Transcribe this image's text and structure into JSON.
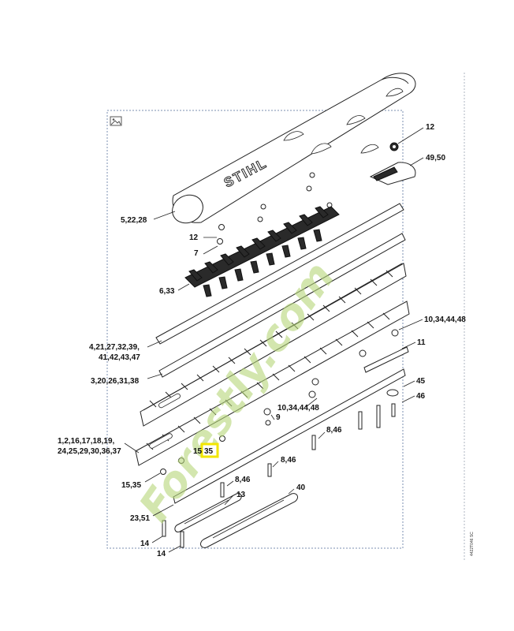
{
  "brand": "STIHL",
  "watermark": "Forestly.com",
  "doc_code": "4422T046 SC",
  "colors": {
    "watermark_green": "#b6d77a",
    "watermark_orange": "#f28a2e",
    "highlight": "#f2e600"
  },
  "image_icon": "image-placeholder-icon",
  "callouts": [
    "12",
    "49,50",
    "5,22,28",
    "12",
    "7",
    "6,33",
    "4,21,27,32,39,",
    "41,42,43,47",
    "10,34,44,48",
    "11",
    "3,20,26,31,38",
    "45",
    "46",
    "10,34,44,48",
    "9",
    "1,2,16,17,18,19,",
    "24,25,29,30,36,37",
    "8,46",
    "15",
    "35",
    "8,46",
    "15,35",
    "8,46",
    "13",
    "40",
    "23,51",
    "14",
    "14"
  ]
}
